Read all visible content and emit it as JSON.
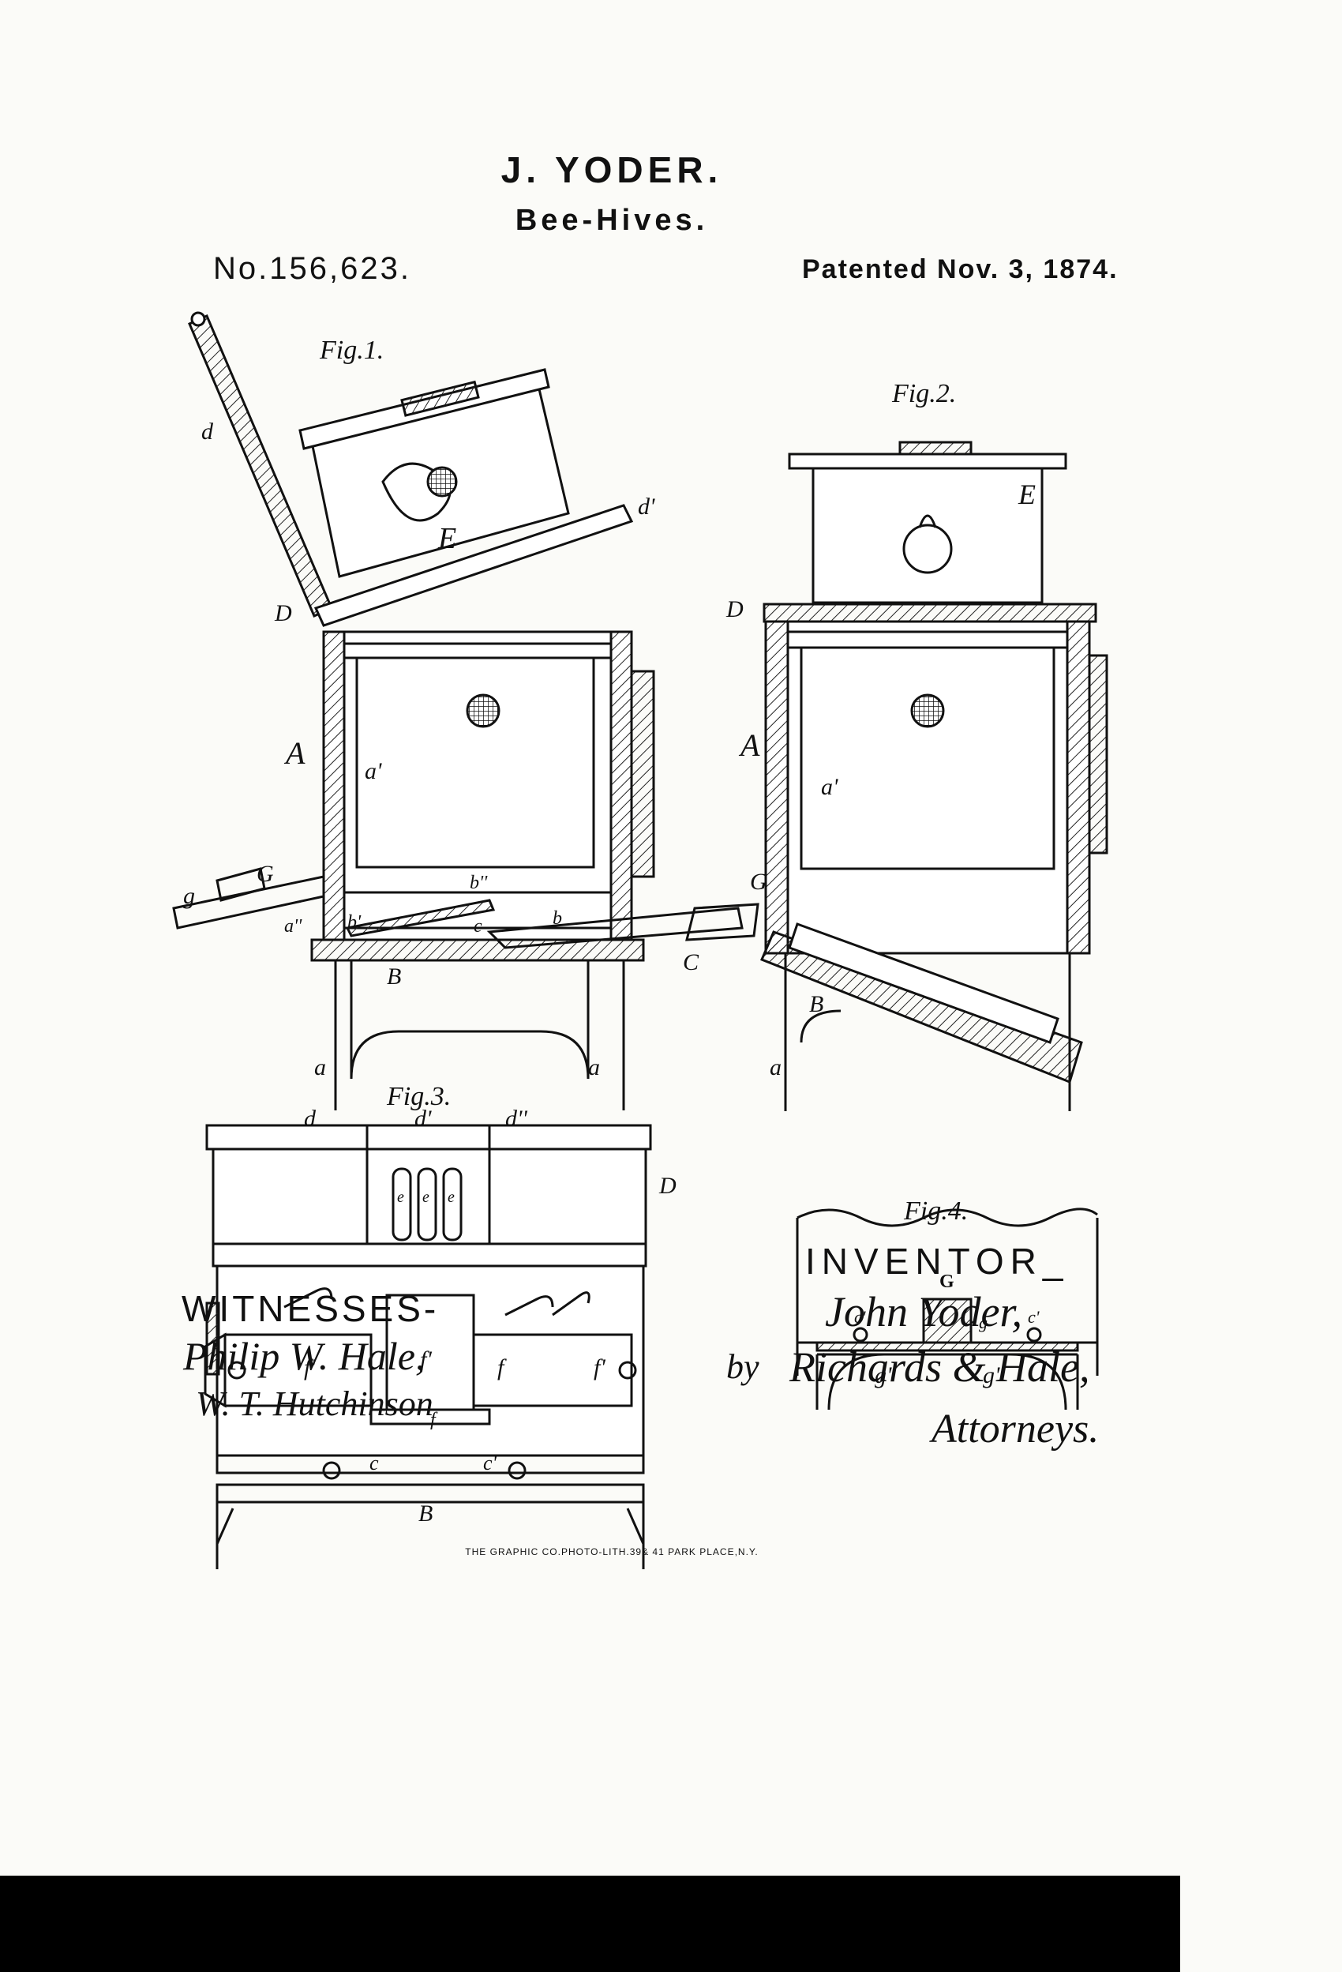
{
  "header": {
    "inventor": "J. YODER.",
    "title": "Bee-Hives.",
    "patent_number": "No.156,623.",
    "patent_date": "Patented Nov. 3, 1874."
  },
  "figures": {
    "fig1": "Fig.1.",
    "fig2": "Fig.2.",
    "fig3": "Fig.3.",
    "fig4": "Fig.4."
  },
  "labels": {
    "d": "d",
    "d1": "d'",
    "d2": "d''",
    "E": "E",
    "D": "D",
    "A": "A",
    "a": "a",
    "a1": "a'",
    "a2": "a''",
    "B": "B",
    "b": "b",
    "b1": "b'",
    "b2": "b''",
    "c": "c",
    "c1": "c'",
    "C": "C",
    "G": "G",
    "g": "g",
    "g1": "g'",
    "e": "e",
    "f": "f",
    "f1": "f'"
  },
  "signatures": {
    "witnesses_label": "WITNESSES-",
    "witness1": "Philip W. Hale,",
    "witness2": "W. T. Hutchinson",
    "inventor_label": "INVENTOR_",
    "inventor_name": "John Yoder,",
    "by": "by",
    "attorneys_name": "Richards & Hale,",
    "attorneys_label": "Attorneys."
  },
  "footer": {
    "printer": "THE GRAPHIC CO.PHOTO-LITH.39& 41 PARK PLACE,N.Y."
  }
}
